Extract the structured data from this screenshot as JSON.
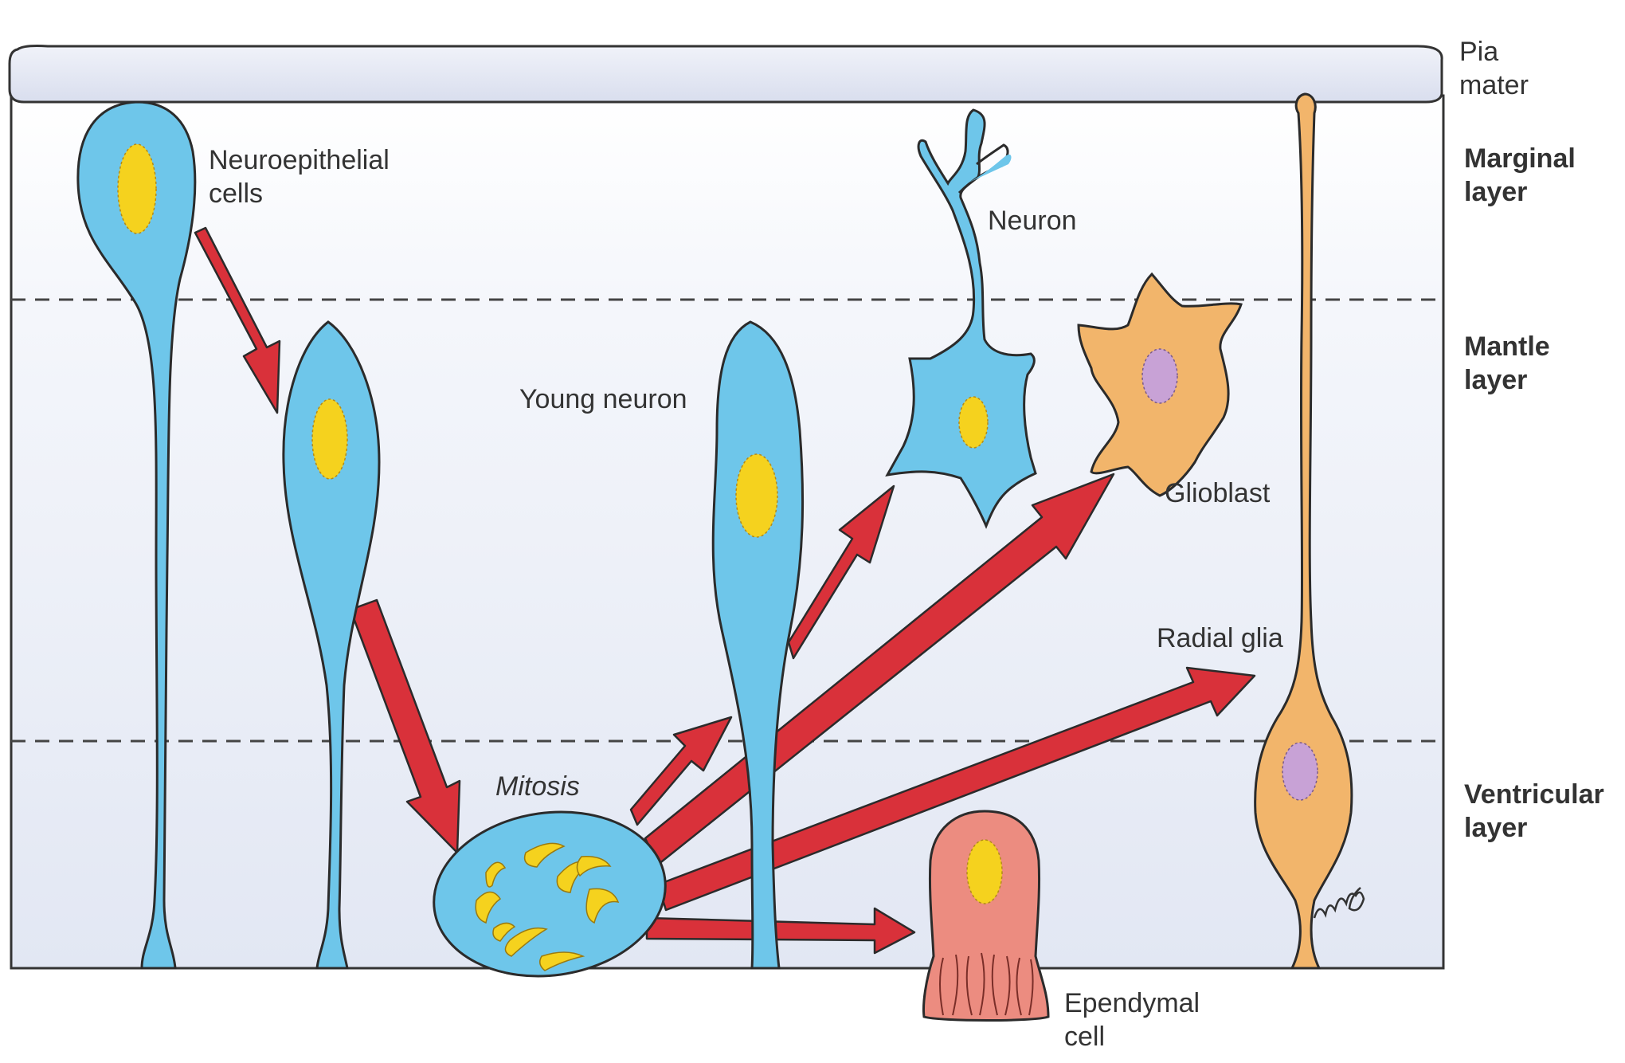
{
  "labels": {
    "pia_mater_line1": "Pia",
    "pia_mater_line2": "mater",
    "marginal_line1": "Marginal",
    "marginal_line2": "layer",
    "mantle_line1": "Mantle",
    "mantle_line2": "layer",
    "ventricular_line1": "Ventricular",
    "ventricular_line2": "layer",
    "neuroepithelial_line1": "Neuroepithelial",
    "neuroepithelial_line2": "cells",
    "young_neuron": "Young neuron",
    "neuron": "Neuron",
    "glioblast": "Glioblast",
    "radial_glia": "Radial glia",
    "mitosis": "Mitosis",
    "ependymal_line1": "Ependymal",
    "ependymal_line2": "cell"
  },
  "colors": {
    "progenitor_cell": "#6ec6ea",
    "nucleus": "#f5d21e",
    "glia_cell": "#f2b56b",
    "glia_nucleus": "#c8a2d6",
    "ependymal_cell": "#ec8c80",
    "arrow": "#d9313a",
    "background": "#e7ebf5",
    "pia": "#e2e6f3",
    "outline": "#333333"
  }
}
